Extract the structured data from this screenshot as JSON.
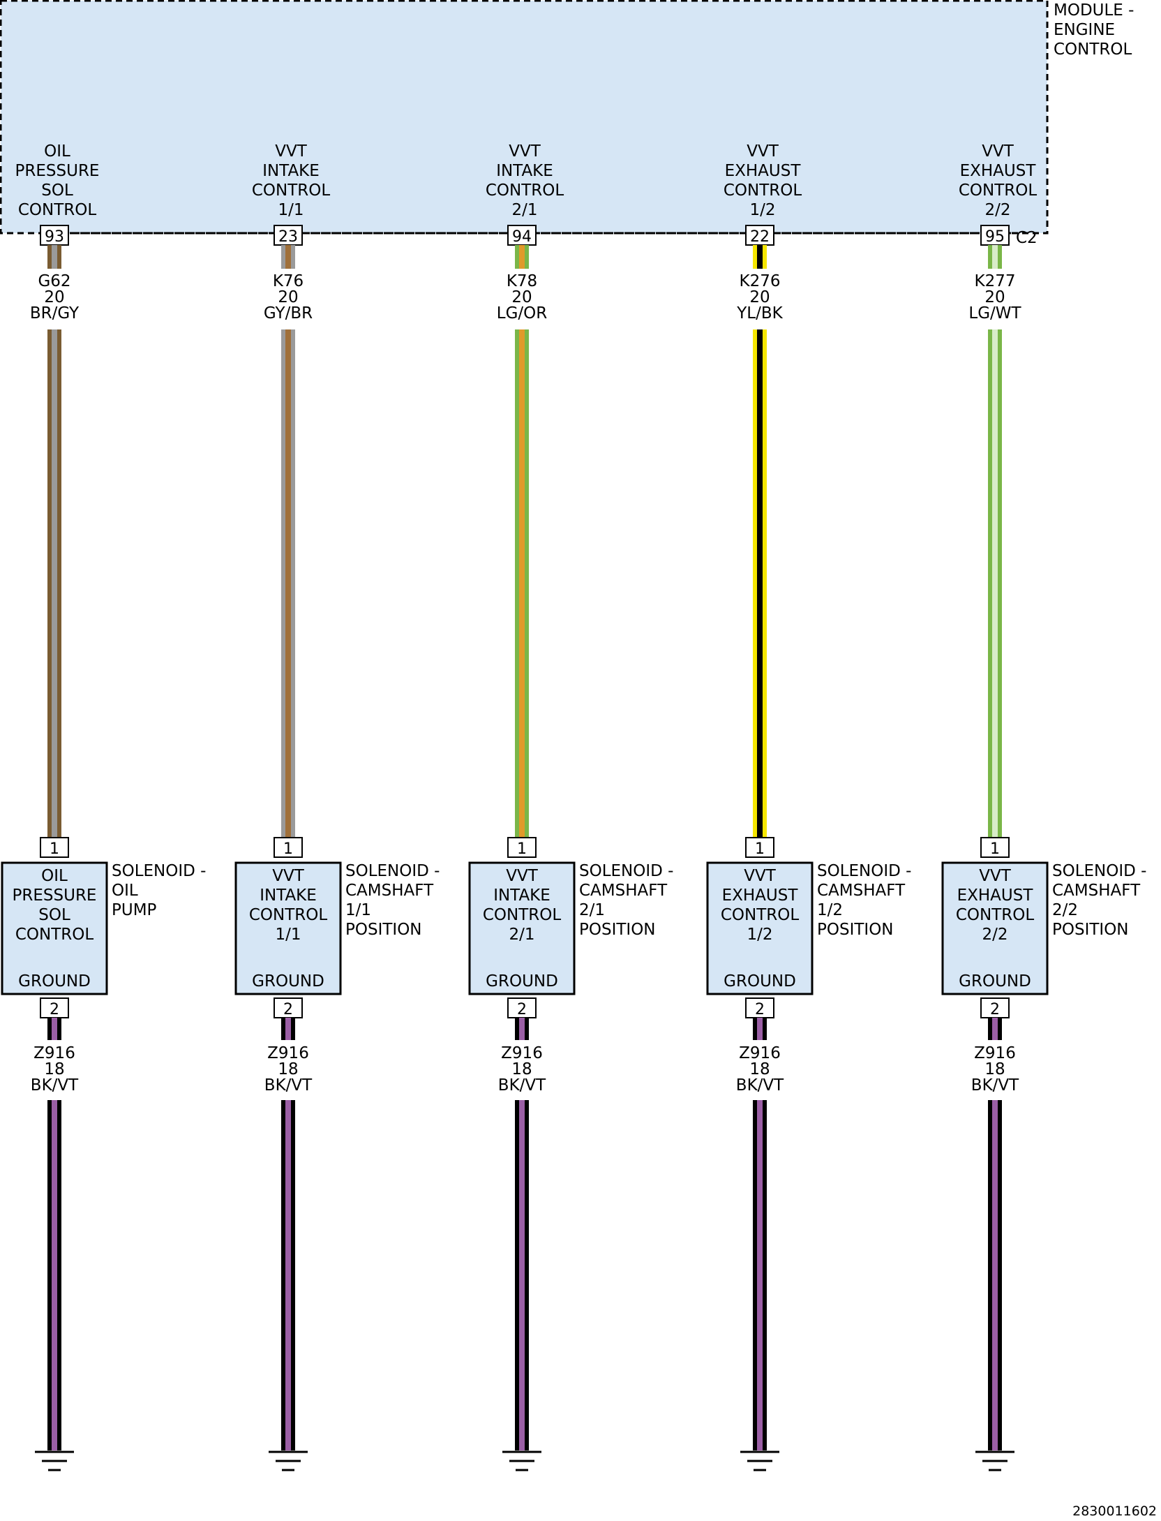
{
  "module": {
    "name_lines": [
      "MODULE -",
      "ENGINE",
      "CONTROL"
    ],
    "connector": "C2",
    "fill": "#d6e6f5"
  },
  "circuits": [
    {
      "id": "oil-pressure",
      "function_lines": [
        "OIL",
        "PRESSURE",
        "SOL",
        "CONTROL"
      ],
      "module_pin": "93",
      "signal_wire": {
        "circuit": "G62",
        "gauge": "20",
        "color_code": "BR/GY",
        "base_color": "#7a5c32",
        "stripe_color": "#9a9a9a"
      },
      "component_pin": "1",
      "component_lines": [
        "OIL",
        "PRESSURE",
        "SOL",
        "CONTROL"
      ],
      "ground_label": "GROUND",
      "ground_pin": "2",
      "component_name_lines": [
        "SOLENOID -",
        "OIL",
        "PUMP"
      ],
      "ground_wire": {
        "circuit": "Z916",
        "gauge": "18",
        "color_code": "BK/VT",
        "base_color": "#000000",
        "stripe_color": "#9b5fa5"
      }
    },
    {
      "id": "vvt-intake-1-1",
      "function_lines": [
        "VVT",
        "INTAKE",
        "CONTROL",
        "1/1"
      ],
      "module_pin": "23",
      "signal_wire": {
        "circuit": "K76",
        "gauge": "20",
        "color_code": "GY/BR",
        "base_color": "#9a9a9a",
        "stripe_color": "#a0703a"
      },
      "component_pin": "1",
      "component_lines": [
        "VVT",
        "INTAKE",
        "CONTROL",
        "1/1"
      ],
      "ground_label": "GROUND",
      "ground_pin": "2",
      "component_name_lines": [
        "SOLENOID -",
        "CAMSHAFT",
        "1/1",
        "POSITION"
      ],
      "ground_wire": {
        "circuit": "Z916",
        "gauge": "18",
        "color_code": "BK/VT",
        "base_color": "#000000",
        "stripe_color": "#9b5fa5"
      }
    },
    {
      "id": "vvt-intake-2-1",
      "function_lines": [
        "VVT",
        "INTAKE",
        "CONTROL",
        "2/1"
      ],
      "module_pin": "94",
      "signal_wire": {
        "circuit": "K78",
        "gauge": "20",
        "color_code": "LG/OR",
        "base_color": "#7ab648",
        "stripe_color": "#e09a2a"
      },
      "component_pin": "1",
      "component_lines": [
        "VVT",
        "INTAKE",
        "CONTROL",
        "2/1"
      ],
      "ground_label": "GROUND",
      "ground_pin": "2",
      "component_name_lines": [
        "SOLENOID -",
        "CAMSHAFT",
        "2/1",
        "POSITION"
      ],
      "ground_wire": {
        "circuit": "Z916",
        "gauge": "18",
        "color_code": "BK/VT",
        "base_color": "#000000",
        "stripe_color": "#9b5fa5"
      }
    },
    {
      "id": "vvt-exhaust-1-2",
      "function_lines": [
        "VVT",
        "EXHAUST",
        "CONTROL",
        "1/2"
      ],
      "module_pin": "22",
      "signal_wire": {
        "circuit": "K276",
        "gauge": "20",
        "color_code": "YL/BK",
        "base_color": "#f5e600",
        "stripe_color": "#000000"
      },
      "component_pin": "1",
      "component_lines": [
        "VVT",
        "EXHAUST",
        "CONTROL",
        "1/2"
      ],
      "ground_label": "GROUND",
      "ground_pin": "2",
      "component_name_lines": [
        "SOLENOID -",
        "CAMSHAFT",
        "1/2",
        "POSITION"
      ],
      "ground_wire": {
        "circuit": "Z916",
        "gauge": "18",
        "color_code": "BK/VT",
        "base_color": "#000000",
        "stripe_color": "#9b5fa5"
      }
    },
    {
      "id": "vvt-exhaust-2-2",
      "function_lines": [
        "VVT",
        "EXHAUST",
        "CONTROL",
        "2/2"
      ],
      "module_pin": "95",
      "signal_wire": {
        "circuit": "K277",
        "gauge": "20",
        "color_code": "LG/WT",
        "base_color": "#7ab648",
        "stripe_color": "#d8ecc8"
      },
      "component_pin": "1",
      "component_lines": [
        "VVT",
        "EXHAUST",
        "CONTROL",
        "2/2"
      ],
      "ground_label": "GROUND",
      "ground_pin": "2",
      "component_name_lines": [
        "SOLENOID -",
        "CAMSHAFT",
        "2/2",
        "POSITION"
      ],
      "ground_wire": {
        "circuit": "Z916",
        "gauge": "18",
        "color_code": "BK/VT",
        "base_color": "#000000",
        "stripe_color": "#9b5fa5"
      }
    }
  ],
  "figure_id": "2830011602"
}
